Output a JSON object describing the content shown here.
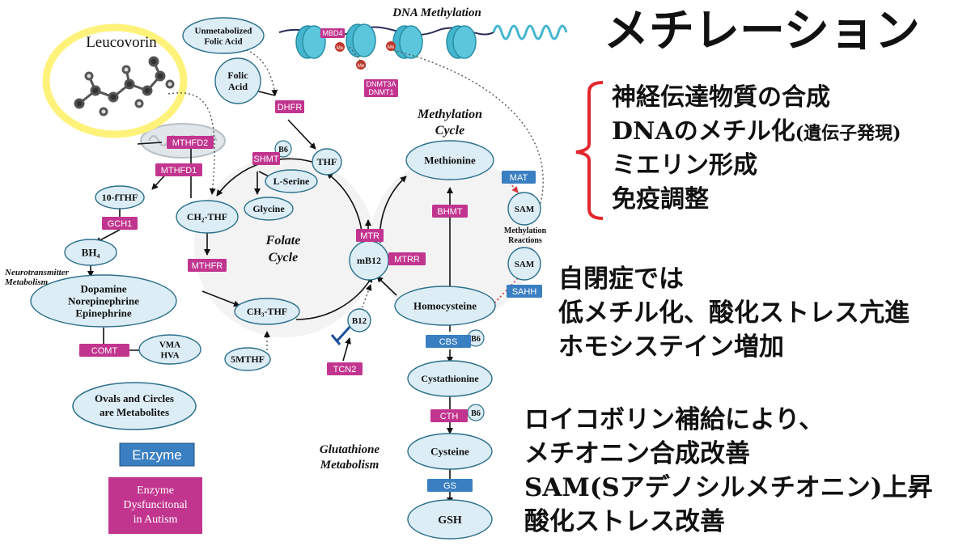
{
  "header": {
    "title": "メチレーション",
    "dna_methylation_label": "DNA Methylation"
  },
  "right_panel": {
    "effects": [
      "神経伝達物質の合成",
      "DNAのメチル化",
      "ミエリン形成",
      "免疫調整"
    ],
    "effects_note": "(遺伝子発現)",
    "autism_lines": [
      "自閉症では",
      "低メチル化、酸化ストレス亢進",
      "ホモシステイン増加"
    ],
    "leucovorin_lines": [
      "ロイコボリン補給により、",
      "メチオニン合成改善",
      "SAM(Sアデノシルメチオニン)上昇",
      "酸化ストレス改善"
    ]
  },
  "diagram": {
    "leucovorin_label": "Leucovorin",
    "cycles": {
      "folate": [
        "Folate",
        "Cycle"
      ],
      "methylation": [
        "Methylation",
        "Cycle"
      ],
      "glutathione": [
        "Glutathione",
        "Metabolism"
      ],
      "neurotransmitter": [
        "Neurotransmitter",
        "Metabolism"
      ],
      "methylation_reactions": [
        "Methylation",
        "Reactions"
      ]
    },
    "metabolites": {
      "unmetabolized_folic_acid": [
        "Unmetabolized",
        "Folic Acid"
      ],
      "folic_acid": [
        "Folic",
        "Acid"
      ],
      "thf": "THF",
      "l_serine": "L-Serine",
      "glycine": "Glycine",
      "ten_fthf": "10-fTHF",
      "ch2_thf": "CH₂-THF",
      "bh4": "BH₄",
      "monoamines": [
        "Dopamine",
        "Norepinephrine",
        "Epinephrine"
      ],
      "vma_hva": [
        "VMA",
        "HVA"
      ],
      "ch3_thf": "CH₃-THF",
      "five_mthf": "5MTHF",
      "mb12": "mB12",
      "b12": "B12",
      "methionine": "Methionine",
      "sam_1": "SAM",
      "sam_2": "SAM",
      "homocysteine": "Homocysteine",
      "cystathionine": "Cystathionine",
      "cysteine": "Cysteine",
      "gsh": "GSH",
      "b6_shmt": "B6",
      "b6_cbs": "B6",
      "b6_cth": "B6"
    },
    "enzymes_dysfunctional": {
      "mbd4": "MBD4",
      "dnmt": [
        "DNMT3A",
        "DNMT1"
      ],
      "dhfr": "DHFR",
      "shmt": "SHMT",
      "mthfd2": "MTHFD2",
      "mthfd1": "MTHFD1",
      "gch1": "GCH1",
      "mthfr": "MTHFR",
      "comt": "COMT",
      "mtr": "MTR",
      "mtrr": "MTRR",
      "tcn2": "TCN2",
      "bhmt": "BHMT",
      "cth": "CTH"
    },
    "enzymes_normal": {
      "mat": "MAT",
      "sahh": "SAHH",
      "cbs": "CBS",
      "gs": "GS"
    },
    "me_labels": [
      "Me",
      "Me",
      "Me"
    ],
    "legend": {
      "metabolites": [
        "Ovals and Circles",
        "are Metabolites"
      ],
      "enzyme": "Enzyme",
      "dysfunctional": [
        "Enzyme",
        "Dysfuncitonal",
        "in Autism"
      ]
    }
  },
  "colors": {
    "metabolite_fill": "#dcedf5",
    "metabolite_stroke": "#2d6f8a",
    "enzyme_normal": "#3a7fc1",
    "enzyme_dysfunctional": "#c2358f",
    "highlight": "#fff27a",
    "bracket": "#e3262d",
    "nucleosome": "#45b6cf"
  }
}
